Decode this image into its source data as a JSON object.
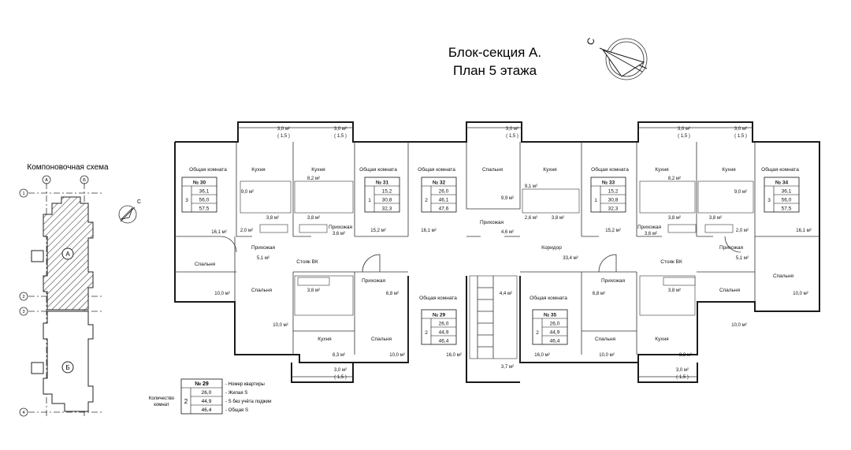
{
  "title": {
    "line1": "Блок-секция А.",
    "line2": "План 5 этажа"
  },
  "compass_letter": "С",
  "scheme": {
    "title": "Компоновочная схема",
    "col_axes": [
      "А",
      "Б"
    ],
    "row_axes": [
      "1",
      "2",
      "3",
      "4"
    ],
    "section_a": "А",
    "section_b": "Б",
    "compass_letter": "С"
  },
  "loggias": {
    "top": [
      {
        "area": "3,0 м²",
        "coef": "( 1,5 )"
      },
      {
        "area": "3,0 м²",
        "coef": "( 1,5 )"
      },
      {
        "area": "3,0 м²",
        "coef": "( 1,5 )"
      },
      {
        "area": "3,0 м²",
        "coef": "( 1,5 )"
      },
      {
        "area": "3,0 м²",
        "coef": "( 1,5 )"
      }
    ],
    "bottom": [
      {
        "area": "3,0 м²",
        "coef": "( 1,5 )"
      },
      {
        "area": "3,0 м²",
        "coef": "( 1,5 )"
      }
    ]
  },
  "apartments": [
    {
      "num": "№ 30",
      "rooms": "3",
      "living": "36,1",
      "no_loggia": "56,0",
      "total": "57,5"
    },
    {
      "num": "№ 31",
      "rooms": "1",
      "living": "15,2",
      "no_loggia": "30,8",
      "total": "32,3"
    },
    {
      "num": "№ 32",
      "rooms": "2",
      "living": "26,0",
      "no_loggia": "46,1",
      "total": "47,6"
    },
    {
      "num": "№ 33",
      "rooms": "1",
      "living": "15,2",
      "no_loggia": "30,8",
      "total": "32,3"
    },
    {
      "num": "№ 34",
      "rooms": "3",
      "living": "36,1",
      "no_loggia": "56,0",
      "total": "57,5"
    },
    {
      "num": "№ 29",
      "rooms": "2",
      "living": "26,0",
      "no_loggia": "44,9",
      "total": "46,4"
    },
    {
      "num": "№ 35",
      "rooms": "2",
      "living": "26,0",
      "no_loggia": "44,9",
      "total": "46,4"
    }
  ],
  "rooms": [
    {
      "label": "Общая комната",
      "area": "16,1 м²"
    },
    {
      "label": "Кухня",
      "area": "9,0 м²"
    },
    {
      "label": "Кухня",
      "area": "8,2 м²"
    },
    {
      "label": "",
      "area": "3,8 м²"
    },
    {
      "label": "",
      "area": "3,8 м²"
    },
    {
      "label": "",
      "area": "2,0 м²"
    },
    {
      "label": "Прихожая",
      "area": "3,6 м²"
    },
    {
      "label": "Общая комната",
      "area": "15,2 м²"
    },
    {
      "label": "Общая комната",
      "area": "16,1 м²"
    },
    {
      "label": "Спальня",
      "area": "9,9 м²"
    },
    {
      "label": "Прихожая",
      "area": "4,6 м²"
    },
    {
      "label": "Кухня",
      "area": "9,1 м²"
    },
    {
      "label": "",
      "area": "2,6 м²"
    },
    {
      "label": "",
      "area": "3,8 м²"
    },
    {
      "label": "Общая комната",
      "area": "15,2 м²"
    },
    {
      "label": "Прихожая",
      "area": "3,6 м²"
    },
    {
      "label": "Кухня",
      "area": "8,2 м²"
    },
    {
      "label": "Кухня",
      "area": "9,0 м²"
    },
    {
      "label": "",
      "area": "3,8 м²"
    },
    {
      "label": "",
      "area": "3,8 м²"
    },
    {
      "label": "",
      "area": "2,0 м²"
    },
    {
      "label": "Общая комната",
      "area": "16,1 м²"
    },
    {
      "label": "Спальня",
      "area": "10,0 м²"
    },
    {
      "label": "Прихожая",
      "area": "5,1 м²"
    },
    {
      "label": "Спальня",
      "area": "10,0 м²"
    },
    {
      "label": "",
      "area": "3,8 м²"
    },
    {
      "label": "Прихожая",
      "area": "6,8 м²"
    },
    {
      "label": "Кухня",
      "area": "8,3 м²"
    },
    {
      "label": "Спальня",
      "area": "10,0 м²"
    },
    {
      "label": "Общая комната",
      "area": "16,0 м²"
    },
    {
      "label": "",
      "area": "4,4 м²"
    },
    {
      "label": "",
      "area": "3,7 м²"
    },
    {
      "label": "Общая комната",
      "area": "16,0 м²"
    },
    {
      "label": "Спальня",
      "area": "10,0 м²"
    },
    {
      "label": "Прихожая",
      "area": "6,8 м²"
    },
    {
      "label": "",
      "area": "3,8 м²"
    },
    {
      "label": "Кухня",
      "area": "8,3 м²"
    },
    {
      "label": "Спальня",
      "area": "10,0 м²"
    },
    {
      "label": "Прихожая",
      "area": "5,1 м²"
    },
    {
      "label": "Спальня",
      "area": "10,0 м²"
    }
  ],
  "corridor": {
    "label": "Коридор",
    "area": "33,4 м²"
  },
  "riser_label": "Стояк ВК",
  "legend": {
    "num": "№ 29",
    "rooms": "2",
    "living": "26,0",
    "no_loggia": "44,9",
    "total": "46,4",
    "caption_line1": "Количество",
    "caption_line2": "комнат",
    "desc_num": "- Номер квартиры",
    "desc_living": "- Жилая S",
    "desc_no_loggia": "- S без учёта лоджии",
    "desc_total": "- Общая S"
  }
}
